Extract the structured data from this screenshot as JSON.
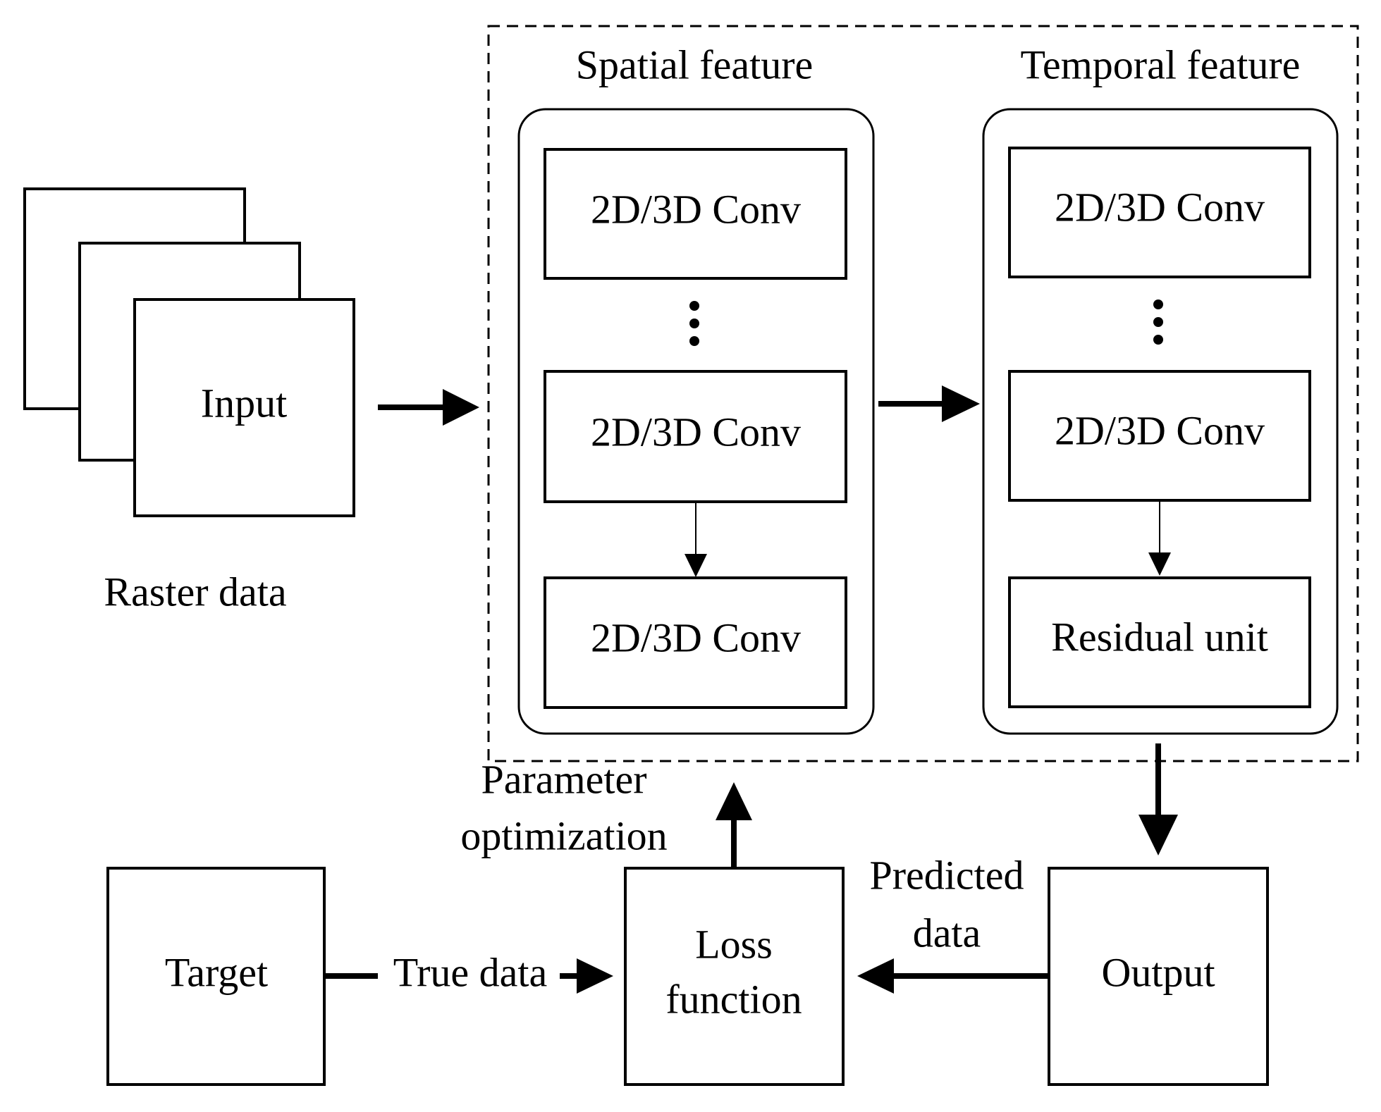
{
  "diagram": {
    "input_stack": {
      "input_label": "Input",
      "caption": "Raster data"
    },
    "spatial": {
      "title": "Spatial feature",
      "blocks": [
        "2D/3D Conv",
        "2D/3D Conv",
        "2D/3D Conv"
      ]
    },
    "temporal": {
      "title": "Temporal feature",
      "blocks": [
        "2D/3D Conv",
        "2D/3D Conv",
        "Residual unit"
      ]
    },
    "bottom": {
      "target": "Target",
      "true_data": "True data",
      "loss_line1": "Loss",
      "loss_line2": "function",
      "output": "Output",
      "predicted_line1": "Predicted",
      "predicted_line2": "data",
      "param_line1": "Parameter",
      "param_line2": "optimization"
    }
  }
}
